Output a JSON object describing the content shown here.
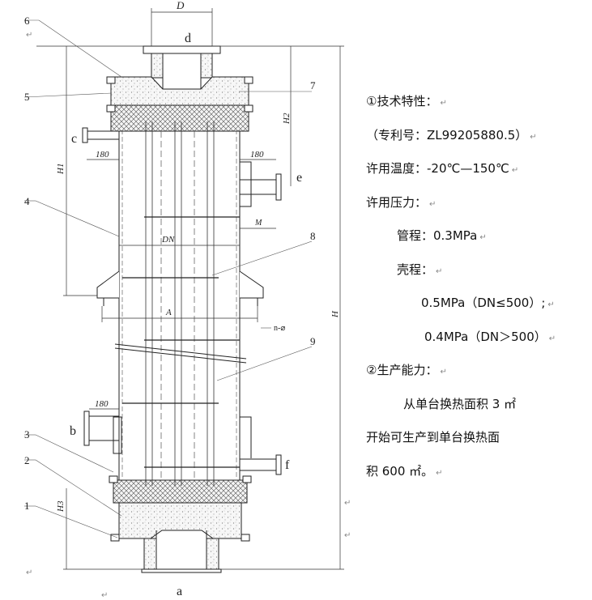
{
  "drawing": {
    "dim_D": "D",
    "dim_H": "H",
    "dim_H1": "H1",
    "dim_H2": "H2",
    "dim_H3": "H3",
    "dim_DN": "DN",
    "dim_A": "A",
    "dim_M": "M",
    "dim_180_c": "180",
    "dim_180_e": "180",
    "dim_180_b": "180",
    "bolt_holes": "n-⌀",
    "nozzles": {
      "a": "a",
      "b": "b",
      "c": "c",
      "d": "d",
      "e": "e",
      "f": "f"
    },
    "part_numbers": [
      "1",
      "2",
      "3",
      "4",
      "5",
      "6",
      "7",
      "8",
      "9"
    ]
  },
  "spec": {
    "heading1": "①技术特性：",
    "patent": "（专利号：ZL99205880.5）",
    "temp": "许用温度：-20℃—150℃",
    "pressure": "许用压力：",
    "tube": "管程：0.3MPa",
    "shell": "壳程：",
    "shell1": "0.5MPa（DN≤500）;",
    "shell2": "0.4MPa（DN＞500）",
    "heading2": "②生产能力：",
    "cap1": "从单台换热面积 3 ㎡",
    "cap2": "开始可生产到单台换热面",
    "cap3": "积 600 ㎡。",
    "return_mark": "↵"
  }
}
